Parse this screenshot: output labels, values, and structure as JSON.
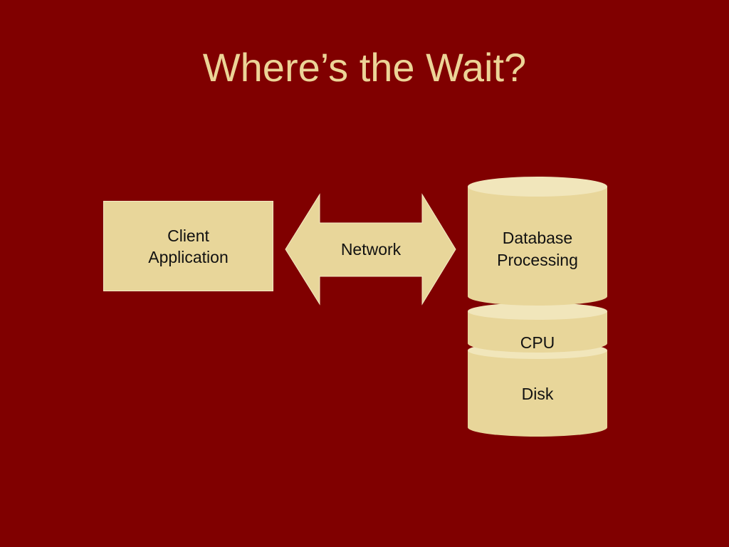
{
  "title": "Where’s the Wait?",
  "client": {
    "label": "Client\nApplication"
  },
  "network": {
    "label": "Network"
  },
  "database": {
    "processing_line1": "Database",
    "processing_line2": "Processing",
    "cpu_label": "CPU",
    "disk_label": "Disk"
  },
  "colors": {
    "background": "#800000",
    "title": "#ecd497",
    "shape_fill": "#e8d69a",
    "shape_top": "#f1e6bb",
    "text": "#111111"
  }
}
